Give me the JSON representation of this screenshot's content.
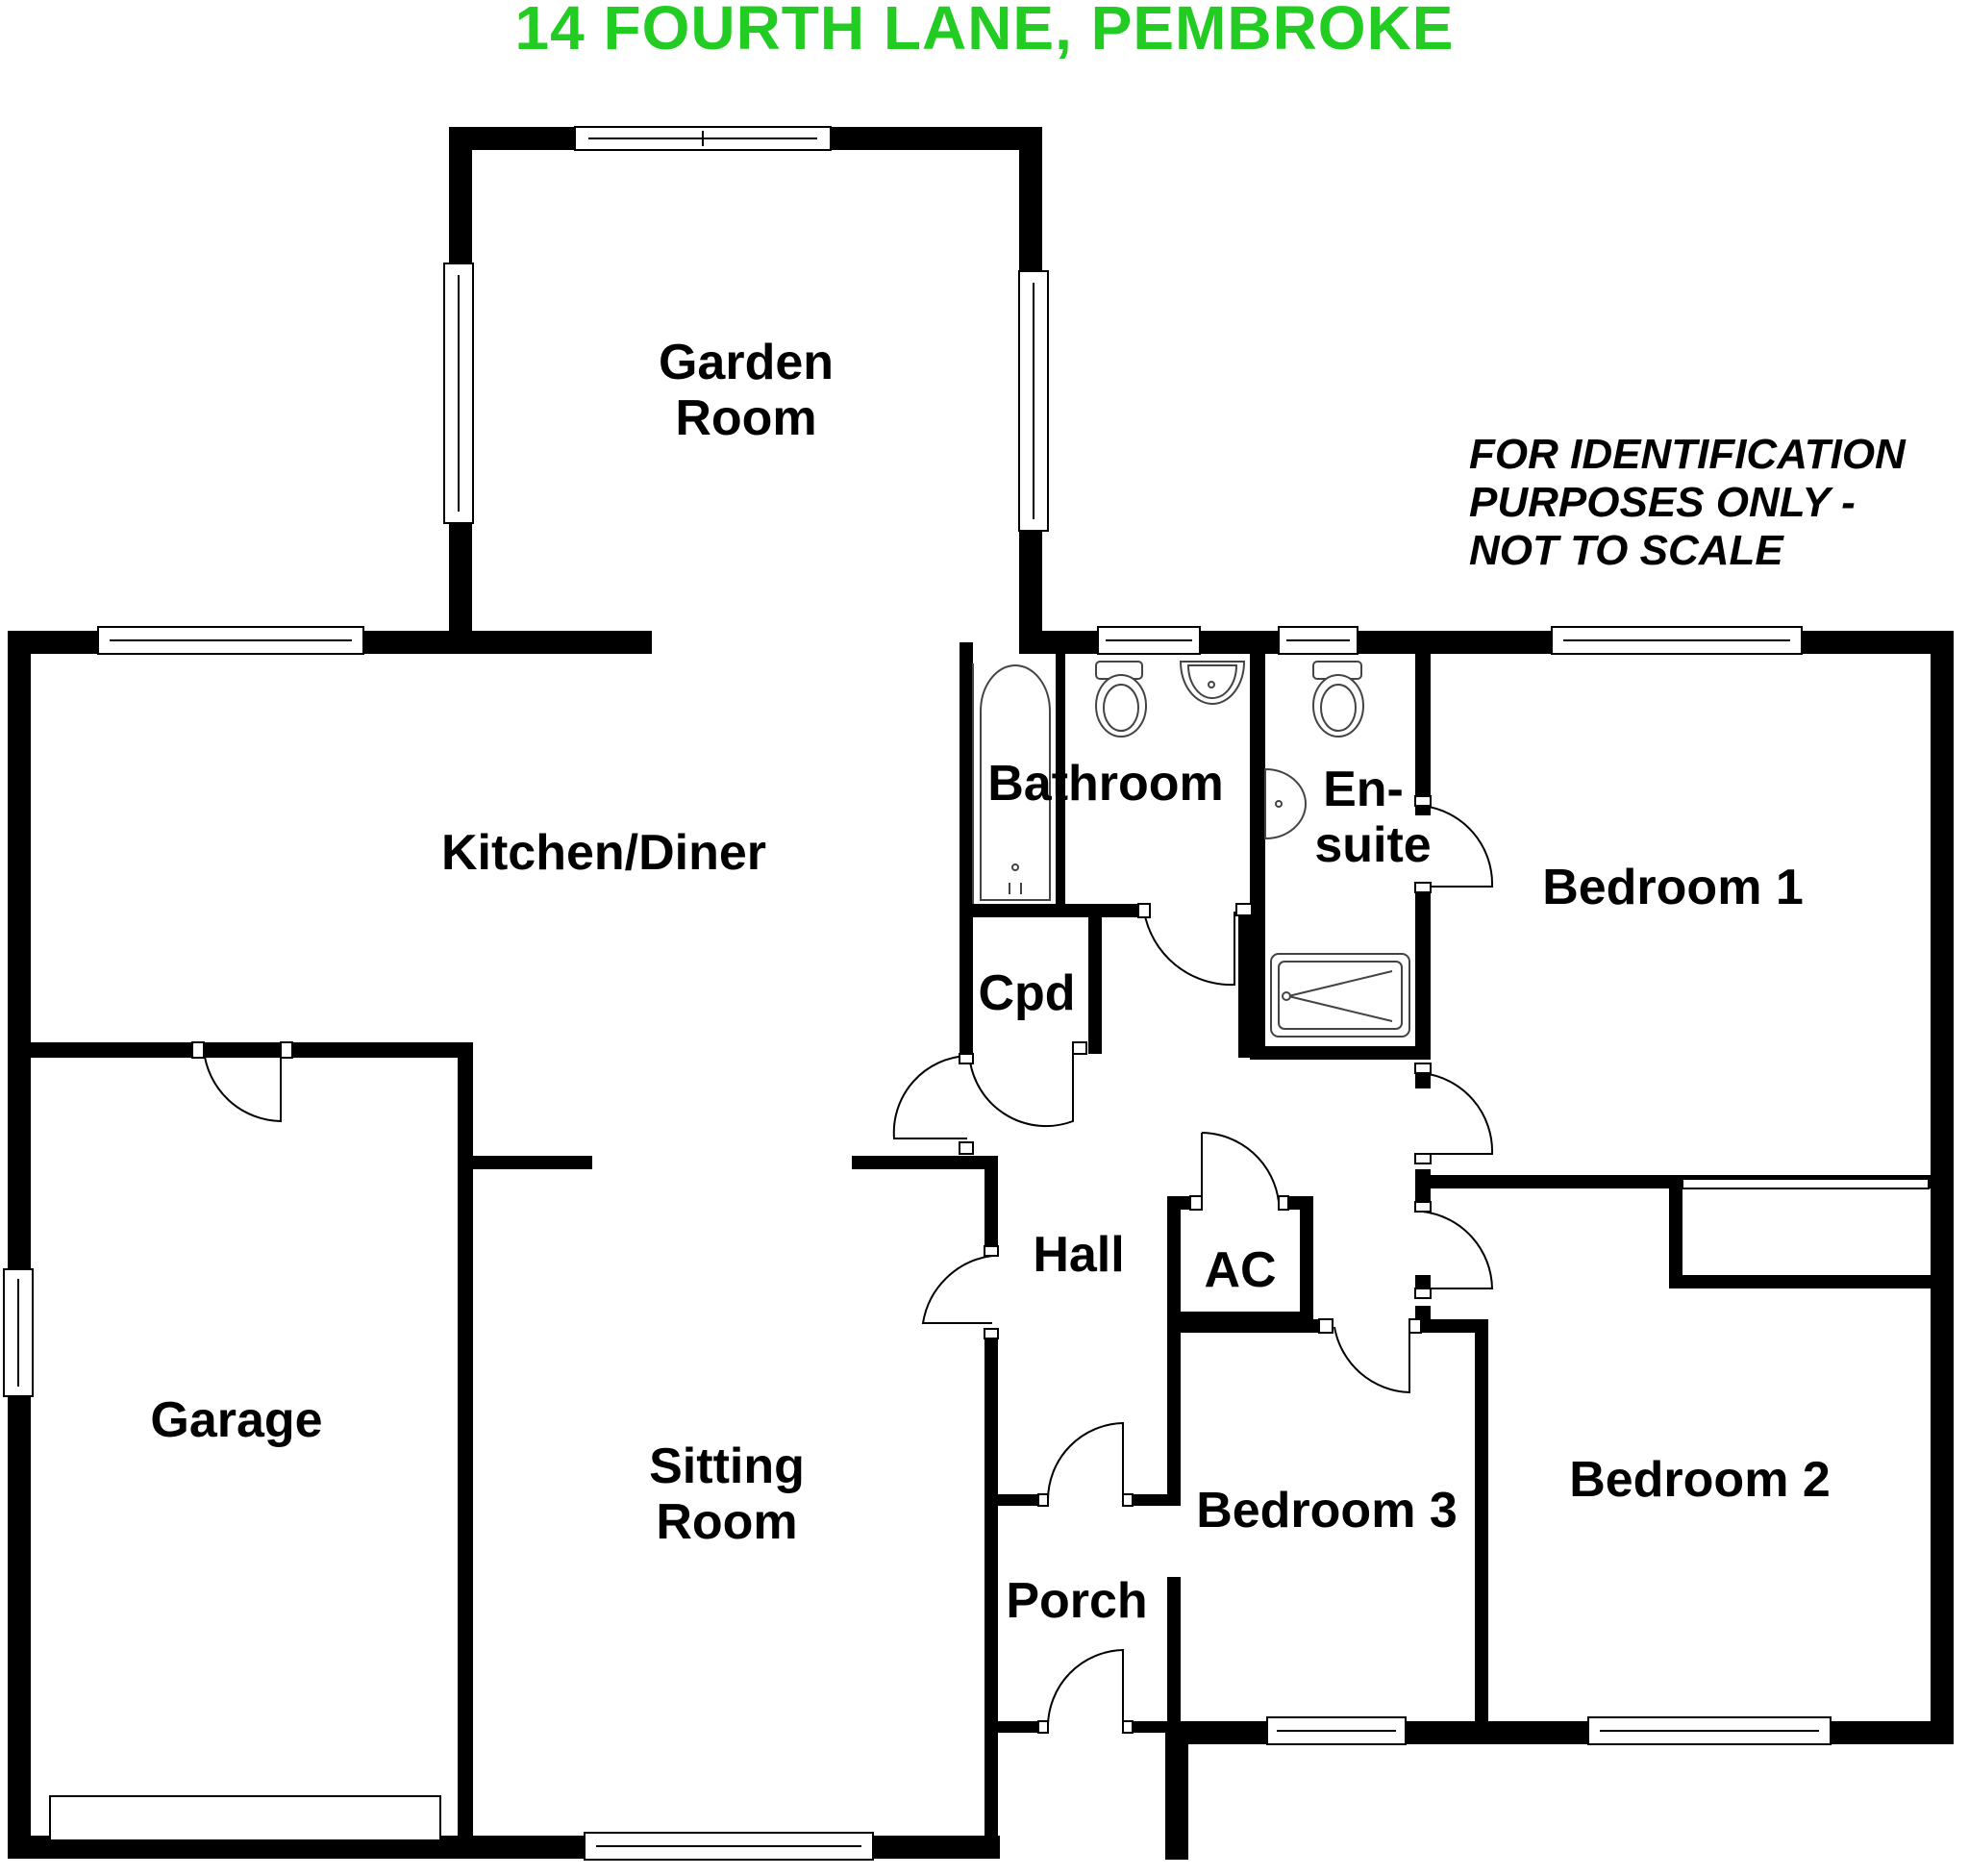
{
  "title": "14 FOURTH LANE, PEMBROKE",
  "title_color": "#22cc22",
  "disclaimer": [
    "FOR IDENTIFICATION",
    "PURPOSES ONLY -",
    "NOT TO SCALE"
  ],
  "rooms": {
    "garden_room": [
      "Garden",
      "Room"
    ],
    "kitchen_diner": [
      "Kitchen/Diner"
    ],
    "garage": [
      "Garage"
    ],
    "sitting_room": [
      "Sitting",
      "Room"
    ],
    "hall": [
      "Hall"
    ],
    "porch": [
      "Porch"
    ],
    "cupboard": [
      "Cpd"
    ],
    "airing_cupboard": [
      "AC"
    ],
    "bathroom": [
      "Bathroom"
    ],
    "ensuite": [
      "En-",
      "suite"
    ],
    "bedroom_1": [
      "Bedroom 1"
    ],
    "bedroom_2": [
      "Bedroom 2"
    ],
    "bedroom_3": [
      "Bedroom 3"
    ]
  }
}
